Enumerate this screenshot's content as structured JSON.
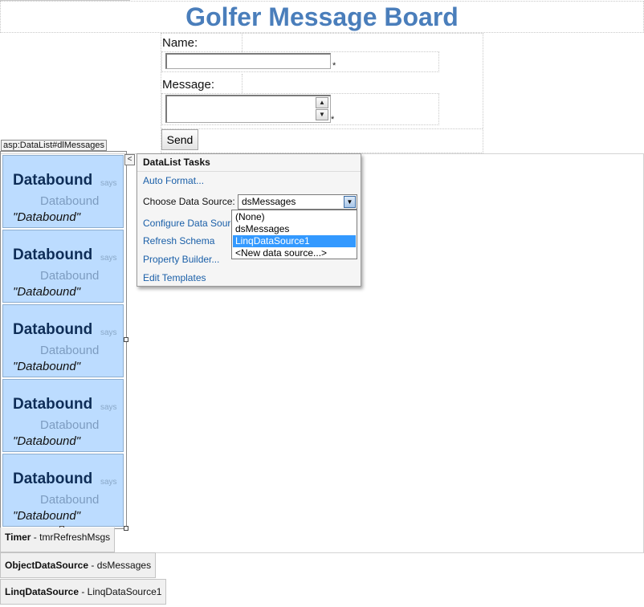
{
  "page": {
    "title": "Golfer Message Board"
  },
  "form": {
    "name_label": "Name:",
    "name_value": "",
    "name_required": "*",
    "message_label": "Message:",
    "message_value": "",
    "message_required": "*",
    "send_label": "Send"
  },
  "datalist": {
    "tag": "asp:DataList#dlMessages",
    "items": [
      {
        "who": "Databound",
        "says": "says",
        "sub": "Databound",
        "msg": "\"Databound\""
      },
      {
        "who": "Databound",
        "says": "says",
        "sub": "Databound",
        "msg": "\"Databound\""
      },
      {
        "who": "Databound",
        "says": "says",
        "sub": "Databound",
        "msg": "\"Databound\""
      },
      {
        "who": "Databound",
        "says": "says",
        "sub": "Databound",
        "msg": "\"Databound\""
      },
      {
        "who": "Databound",
        "says": "says",
        "sub": "Databound",
        "msg": "\"Databound\""
      }
    ]
  },
  "tasks": {
    "title": "DataList Tasks",
    "auto_format": "Auto Format...",
    "choose_label": "Choose Data Source:",
    "selected_source": "dsMessages",
    "configure": "Configure Data Source...",
    "refresh": "Refresh Schema",
    "property_builder": "Property Builder...",
    "edit_templates": "Edit Templates",
    "options": [
      "(None)",
      "dsMessages",
      "LinqDataSource1",
      "<New data source...>"
    ],
    "highlighted_option": "LinqDataSource1"
  },
  "tray": {
    "timer_type": "Timer",
    "timer_name": " - tmrRefreshMsgs",
    "ods_type": "ObjectDataSource",
    "ods_name": " - dsMessages",
    "linq_type": "LinqDataSource",
    "linq_name": " - LinqDataSource1"
  },
  "colors": {
    "title": "#4a7ebb",
    "item_bg": "#bcdcff",
    "link": "#1a5fa8",
    "selection": "#3399ff"
  }
}
